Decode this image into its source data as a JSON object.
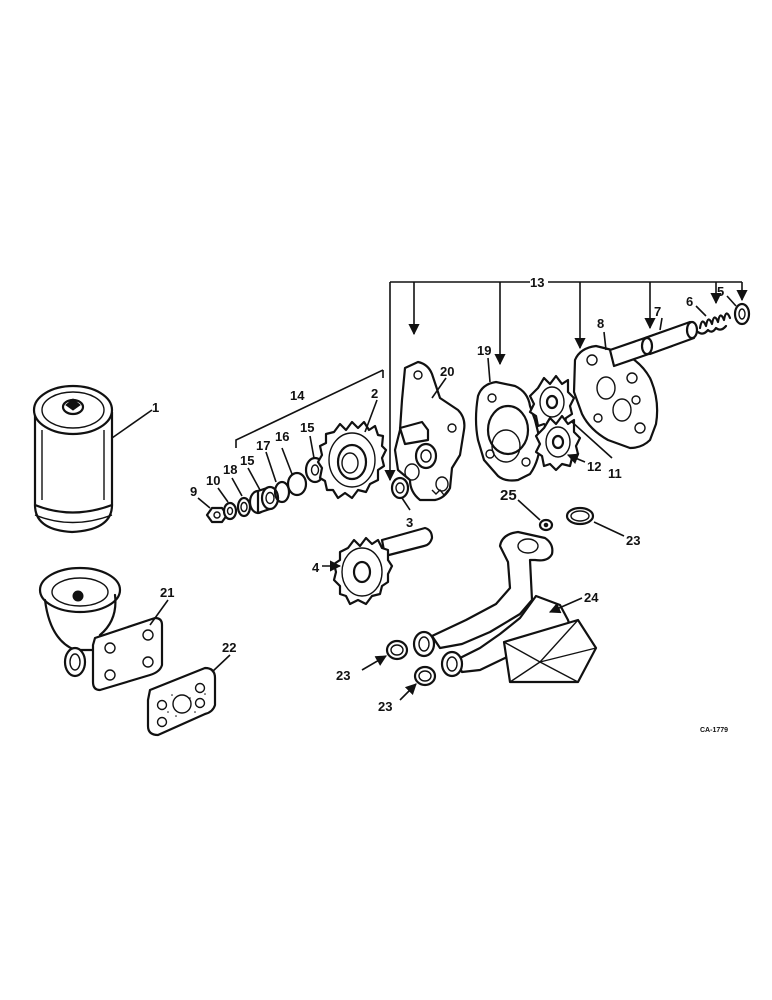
{
  "callouts": {
    "c1": "1",
    "c2": "2",
    "c3": "3",
    "c4": "4",
    "c5": "5",
    "c6": "6",
    "c7": "7",
    "c8": "8",
    "c9": "9",
    "c10": "10",
    "c11": "11",
    "c12": "12",
    "c13": "13",
    "c14": "14",
    "c15a": "15",
    "c15b": "15",
    "c16": "16",
    "c17": "17",
    "c18": "18",
    "c19": "19",
    "c20": "20",
    "c21": "21",
    "c22": "22",
    "c23a": "23",
    "c23b": "23",
    "c23c": "23",
    "c24": "24",
    "c25": "25"
  },
  "reference_code": "CA-1779"
}
